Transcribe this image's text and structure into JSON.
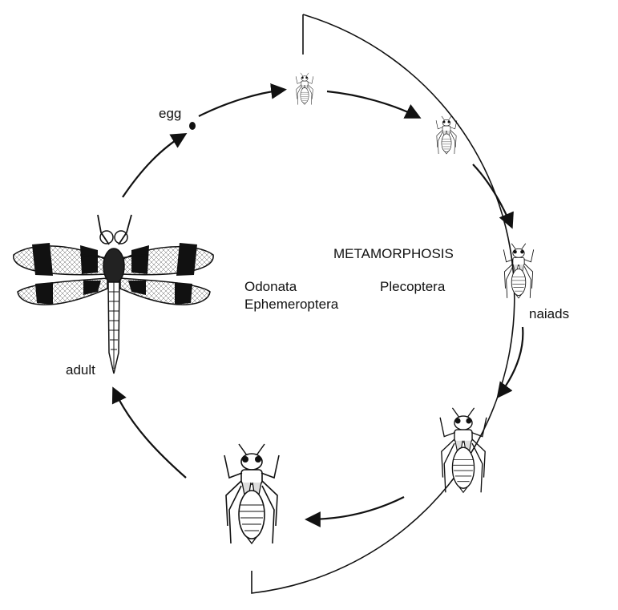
{
  "labels": {
    "egg": "egg",
    "adult": "adult",
    "naiads": "naiads",
    "metamorphosis": "METAMORPHOSIS",
    "odonata": "Odonata",
    "ephemeroptera": "Ephemeroptera",
    "plecoptera": "Plecoptera"
  },
  "stages": [
    "egg",
    "early naiad",
    "young naiad",
    "naiad",
    "late naiad",
    "final-instar naiad",
    "adult"
  ],
  "colors": {
    "ink": "#111111",
    "background": "#ffffff"
  }
}
